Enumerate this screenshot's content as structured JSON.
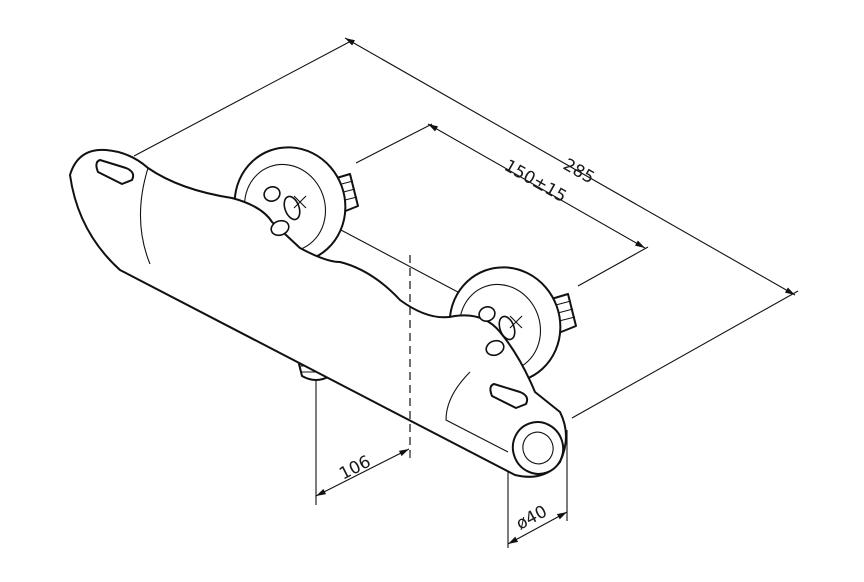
{
  "dimensions": {
    "overall_length": "285",
    "connection_spacing": "150±15",
    "outlet_offset": "106",
    "body_diameter": "ø40"
  },
  "colors": {
    "line": "#111111",
    "background": "#ffffff"
  }
}
